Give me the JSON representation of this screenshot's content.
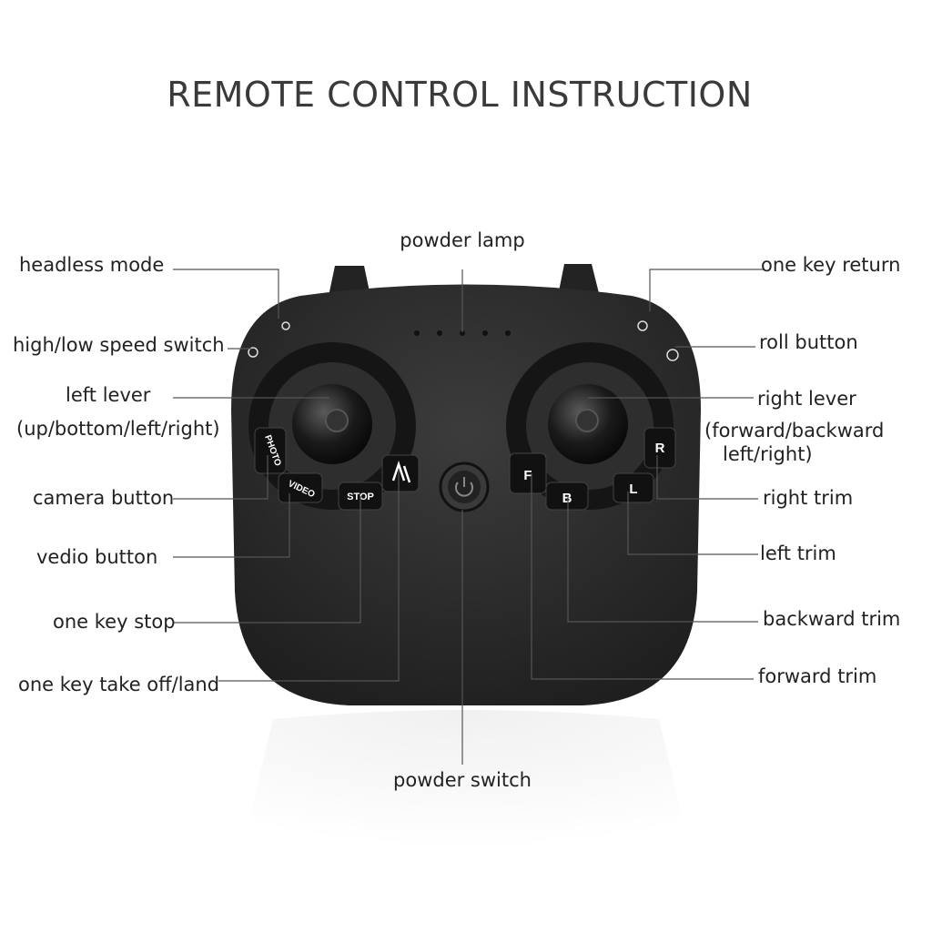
{
  "title": "REMOTE CONTROL INSTRUCTION",
  "labels": {
    "powder_lamp": "powder lamp",
    "headless_mode": "headless mode",
    "one_key_return": "one key return",
    "speed_switch": "high/low speed switch",
    "roll_button": "roll button",
    "left_lever": "left lever",
    "left_lever_desc": "(up/bottom/left/right)",
    "right_lever": "right lever",
    "right_lever_desc_1": "(forward/backward",
    "right_lever_desc_2": "left/right)",
    "camera_button": "camera button",
    "right_trim": "right trim",
    "vedio_button": "vedio button",
    "left_trim": "left trim",
    "one_key_stop": "one key stop",
    "backward_trim": "backward trim",
    "take_off_land": "one key take off/land",
    "forward_trim": "forward trim",
    "powder_switch": "powder switch"
  },
  "button_text": {
    "photo": "PHOTO",
    "video": "VIDEO",
    "stop": "STOP",
    "forward": "F",
    "backward": "B",
    "left": "L",
    "right": "R"
  },
  "colors": {
    "body": "#2b2b2b",
    "line": "#555555",
    "text": "#222222"
  },
  "icons": [
    "headless-icon",
    "speed-icon",
    "return-icon",
    "roll-icon",
    "takeoff-icon",
    "power-icon"
  ]
}
